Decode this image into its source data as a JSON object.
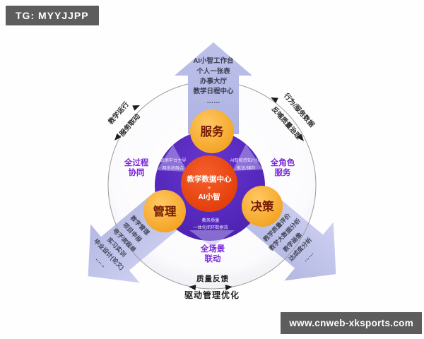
{
  "watermark": {
    "telegram": "TG: MYYJJPP",
    "website": "www.cnweb-xksports.com"
  },
  "center": {
    "title": "教学数据中心",
    "plus": "+",
    "subtitle": "AI小智"
  },
  "nodes": {
    "top": "服务",
    "left": "管理",
    "right": "决策"
  },
  "inner_notes": {
    "left": [
      "数据中台主导",
      "两系统融合"
    ],
    "right": [
      "AI智能感知/分析",
      "推送/辅判"
    ],
    "bottom": [
      "教务质量",
      "一体化闭环数据流"
    ]
  },
  "ring_labels": {
    "left": [
      "全过程",
      "协同"
    ],
    "right": [
      "全角色",
      "服务"
    ],
    "bottom": [
      "全场景",
      "联动"
    ]
  },
  "top_arrow_items": [
    "AI小智工作台",
    "个人一张表",
    "办事大厅",
    "教学日程中心",
    "……"
  ],
  "left_arrow_items": [
    "教学管理",
    "项目申报",
    "电子流程单",
    "实习实训",
    "毕业设计(论文)",
    "……"
  ],
  "right_arrow_items": [
    "教学质量评价",
    "教学大数据分析",
    "教学画像",
    "达成度分析",
    "……"
  ],
  "arc_labels": {
    "left_outer": "教学运行",
    "left_inner": "服务联动",
    "right_outer": "行为/服务数据",
    "right_inner": "反哺质量治理",
    "bottom_inner": "质量反馈",
    "bottom_outer": "驱动管理优化"
  },
  "colors": {
    "purple_disc": "#552bbd",
    "accent_red": "#e8420c",
    "accent_orange": "#f5a623",
    "lavender": "#b9bde8",
    "label_purple": "#7b2ad8",
    "watermark_bg": "#5d5d5d"
  }
}
